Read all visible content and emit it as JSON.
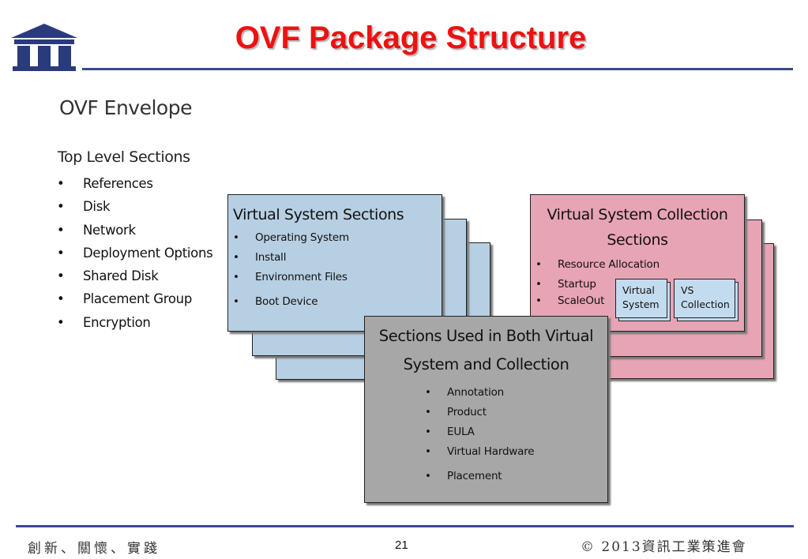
{
  "header": {
    "title": "OVF Package Structure"
  },
  "envelope": {
    "title": "OVF Envelope",
    "top_level_heading": "Top Level Sections",
    "top_level_items": [
      "References",
      "Disk",
      "Network",
      "Deployment Options",
      "Shared Disk",
      "Placement Group",
      "Encryption"
    ]
  },
  "vs_box": {
    "title": "Virtual System Sections",
    "items": [
      "Operating System",
      "Install",
      "Environment Files",
      "Boot Device"
    ]
  },
  "vsc_box": {
    "title_line1": "Virtual System Collection",
    "title_line2": "Sections",
    "items": [
      "Resource Allocation",
      "Startup",
      "ScaleOut"
    ],
    "sub_virtual_system_line1": "Virtual",
    "sub_virtual_system_line2": "System",
    "sub_vs_collection_line1": "VS",
    "sub_vs_collection_line2": "Collection"
  },
  "both_box": {
    "title_line1": "Sections Used in Both Virtual",
    "title_line2": "System and Collection",
    "items": [
      "Annotation",
      "Product",
      "EULA",
      "Virtual Hardware",
      "Placement"
    ]
  },
  "footer": {
    "left": "創新、關懷、實踐",
    "page": "21",
    "right": "© 2013資訊工業策進會"
  },
  "colors": {
    "title_red": "#ee1111",
    "rule_navy": "#3b4a8c",
    "vs_blue": "#b7cfe3",
    "vsc_pink": "#e7a4b5",
    "both_grey": "#a7a7a7"
  },
  "icons": {
    "logo": "institute-building-logo"
  }
}
